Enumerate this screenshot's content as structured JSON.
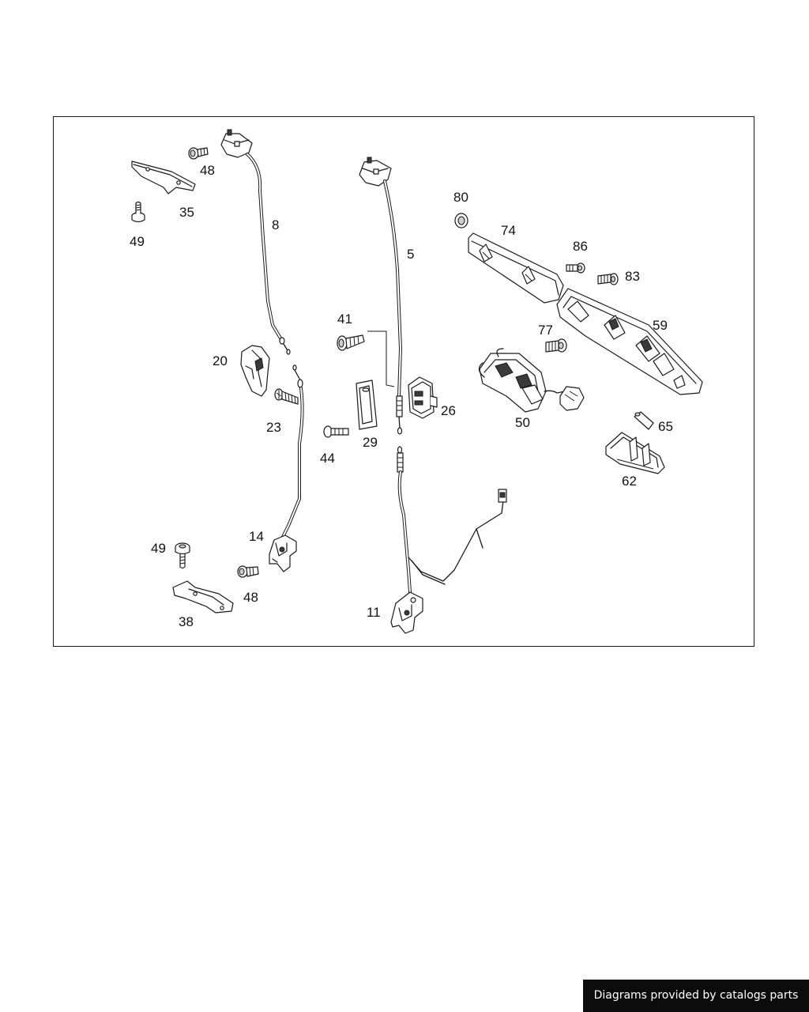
{
  "diagram": {
    "callouts": {
      "c5": "5",
      "c8": "8",
      "c11": "11",
      "c14": "14",
      "c20": "20",
      "c23": "23",
      "c26": "26",
      "c29": "29",
      "c35": "35",
      "c38": "38",
      "c41": "41",
      "c44": "44",
      "c48_top": "48",
      "c48_bottom": "48",
      "c49_top": "49",
      "c49_bottom": "49",
      "c50": "50",
      "c59": "59",
      "c62": "62",
      "c65": "65",
      "c74": "74",
      "c77": "77",
      "c80": "80",
      "c83": "83",
      "c86": "86"
    },
    "colors": {
      "line": "#1a1a1a",
      "background": "#ffffff",
      "shade": "#cfcfcf"
    }
  },
  "footer": {
    "text": "Diagrams provided by catalogs parts",
    "background": "#0c0c0c",
    "color": "#ffffff"
  }
}
